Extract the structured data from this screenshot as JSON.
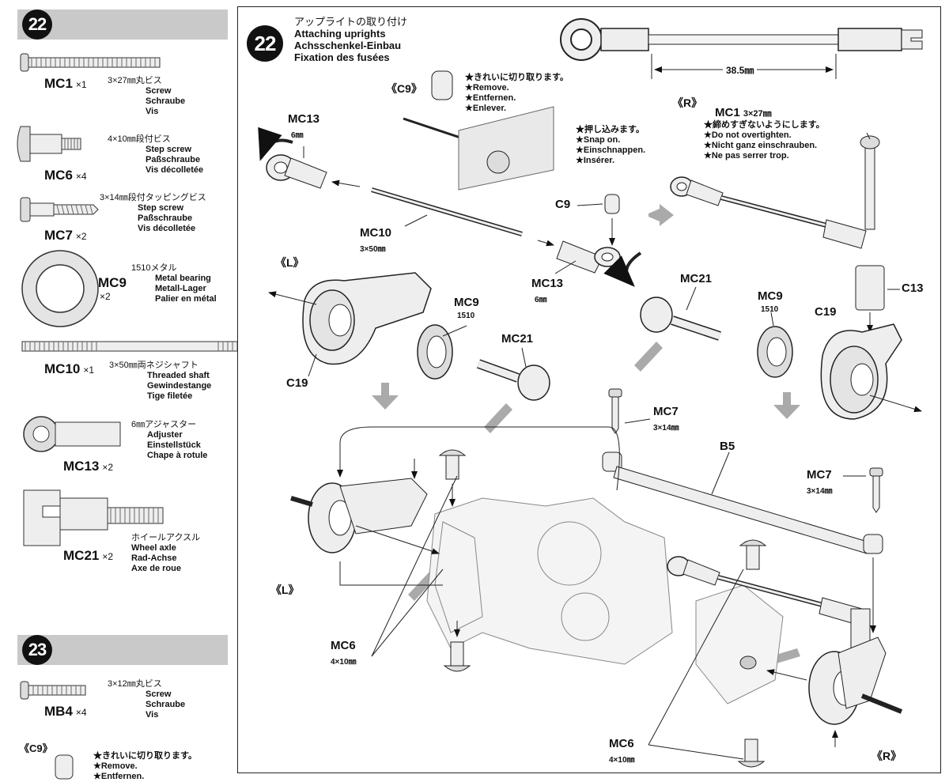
{
  "step22": {
    "number": "22",
    "title_jp": "アップライトの取り付け",
    "title_en": "Attaching uprights",
    "title_de": "Achsschenkel-Einbau",
    "title_fr": "Fixation des fusées"
  },
  "step23": {
    "number": "23"
  },
  "parts": [
    {
      "code": "MC1",
      "qty": "×1",
      "jp": "3×27㎜丸ビス",
      "en": "Screw",
      "de": "Schraube",
      "fr": "Vis"
    },
    {
      "code": "MC6",
      "qty": "×4",
      "jp": "4×10㎜段付ビス",
      "en": "Step screw",
      "de": "Paßschraube",
      "fr": "Vis décolletée"
    },
    {
      "code": "MC7",
      "qty": "×2",
      "jp": "3×14㎜段付タッピングビス",
      "en": "Step screw",
      "de": "Paßschraube",
      "fr": "Vis décolletée"
    },
    {
      "code": "MC9",
      "qty": "×2",
      "jp": "1510メタル",
      "en": "Metal bearing",
      "de": "Metall-Lager",
      "fr": "Palier en métal"
    },
    {
      "code": "MC10",
      "qty": "×1",
      "jp": "3×50㎜両ネジシャフト",
      "en": "Threaded shaft",
      "de": "Gewindestange",
      "fr": "Tige filetée"
    },
    {
      "code": "MC13",
      "qty": "×2",
      "jp": "6㎜アジャスター",
      "en": "Adjuster",
      "de": "Einstellstück",
      "fr": "Chape à rotule"
    },
    {
      "code": "MC21",
      "qty": "×2",
      "jp": "ホイールアクスル",
      "en": "Wheel axle",
      "de": "Rad-Achse",
      "fr": "Axe de roue"
    }
  ],
  "parts23": [
    {
      "code": "MB4",
      "qty": "×4",
      "jp": "3×12㎜丸ビス",
      "en": "Screw",
      "de": "Schraube",
      "fr": "Vis"
    }
  ],
  "c9_bottom": {
    "code": "《C9》",
    "jp": "★きれいに切り取ります。",
    "en": "★Remove.",
    "de": "★Entfernen."
  },
  "diagram": {
    "dim": "38.5㎜",
    "r_top": "《R》",
    "c9_code": "《C9》",
    "c9_notes": [
      "★きれいに切り取ります。",
      "★Remove.",
      "★Entfernen.",
      "★Enlever."
    ],
    "snap_notes": [
      "★押し込みます。",
      "★Snap on.",
      "★Einschnappen.",
      "★Insérer."
    ],
    "mc1_label": "MC1",
    "mc1_sub": "3×27㎜",
    "mc1_notes": [
      "★締めすぎないようにします。",
      "★Do not overtighten.",
      "★Nicht ganz einschrauben.",
      "★Ne pas serrer trop."
    ],
    "mc13_a": "MC13",
    "mc13_a_sub": "6㎜",
    "mc13_b": "MC13",
    "mc13_b_sub": "6㎜",
    "mc10": "MC10",
    "mc10_sub": "3×50㎜",
    "c9": "C9",
    "l_mark": "《L》",
    "mc9_l": "MC9",
    "mc9_l_sub": "1510",
    "mc21_l": "MC21",
    "c19_l": "C19",
    "mc21_r": "MC21",
    "mc9_r": "MC9",
    "mc9_r_sub": "1510",
    "c19_r": "C19",
    "c13": "C13",
    "mc7_a": "MC7",
    "mc7_a_sub": "3×14㎜",
    "b5": "B5",
    "mc7_b": "MC7",
    "mc7_b_sub": "3×14㎜",
    "l_mark_2": "《L》",
    "mc6_a": "MC6",
    "mc6_a_sub": "4×10㎜",
    "mc6_b": "MC6",
    "mc6_b_sub": "4×10㎜",
    "r_mark_2": "《R》"
  }
}
